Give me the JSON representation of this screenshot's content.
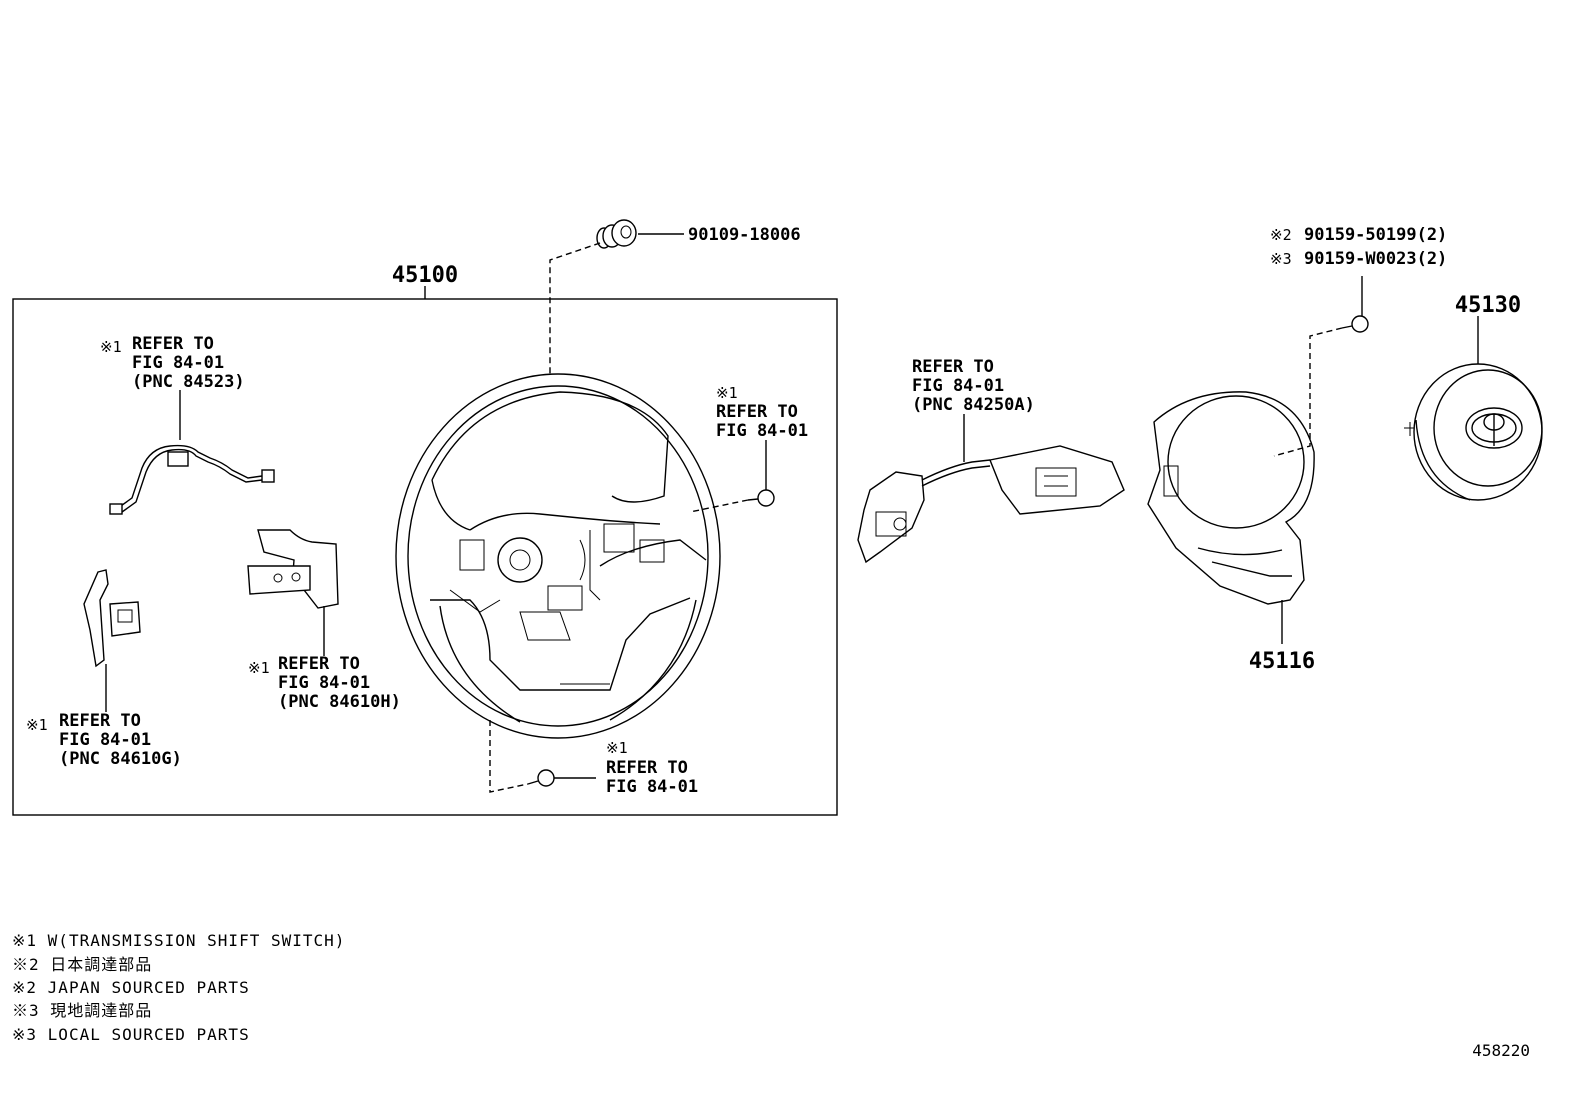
{
  "part_numbers": {
    "steering_wheel_assy": "45100",
    "horn_pad_assy": "45130",
    "lower_cover": "45116",
    "center_nut": "90109-18006",
    "screw_japan": "90159-50199(2)",
    "screw_local": "90159-W0023(2)"
  },
  "marks": {
    "note1": "※1",
    "note2": "※2",
    "note3": "※3"
  },
  "callouts": {
    "spiral_cable": [
      "REFER TO",
      "FIG 84-01",
      "(PNC 84523)"
    ],
    "shift_switch_top": [
      "REFER TO",
      "FIG 84-01"
    ],
    "shift_switch_bottom": [
      "REFER TO",
      "FIG 84-01"
    ],
    "paddle_h": [
      "REFER TO",
      "FIG 84-01",
      "(PNC 84610H)"
    ],
    "paddle_g": [
      "REFER TO",
      "FIG 84-01",
      "(PNC 84610G)"
    ],
    "steering_pad_switch": [
      "REFER TO",
      "FIG 84-01",
      "(PNC 84250A)"
    ]
  },
  "legend": [
    "※1 W(TRANSMISSION SHIFT SWITCH)",
    "※2 日本調達部品",
    "※2 JAPAN SOURCED PARTS",
    "※3 現地調達部品",
    "※3 LOCAL SOURCED PARTS"
  ],
  "figure_id": "458220",
  "icons": {
    "nut": "hex-nut-icon",
    "screw": "screw-icon",
    "emblem": "toyota-emblem-icon"
  },
  "colors": {
    "line": "#000000",
    "background": "#ffffff"
  }
}
